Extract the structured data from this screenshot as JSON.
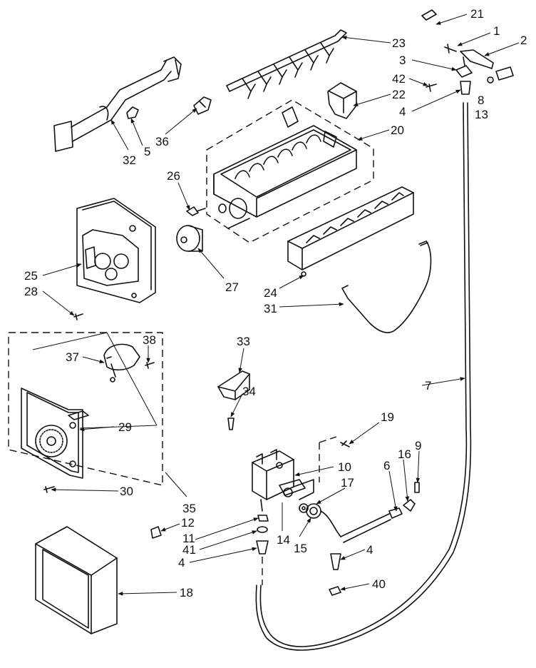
{
  "callouts": [
    {
      "id": "21",
      "text": "21"
    },
    {
      "id": "1",
      "text": "1"
    },
    {
      "id": "2",
      "text": "2"
    },
    {
      "id": "23",
      "text": "23"
    },
    {
      "id": "3",
      "text": "3"
    },
    {
      "id": "42",
      "text": "42"
    },
    {
      "id": "22",
      "text": "22"
    },
    {
      "id": "8",
      "text": "8"
    },
    {
      "id": "13",
      "text": "13"
    },
    {
      "id": "4a",
      "text": "4"
    },
    {
      "id": "20",
      "text": "20"
    },
    {
      "id": "32",
      "text": "32"
    },
    {
      "id": "5",
      "text": "5"
    },
    {
      "id": "36",
      "text": "36"
    },
    {
      "id": "26",
      "text": "26"
    },
    {
      "id": "25",
      "text": "25"
    },
    {
      "id": "28",
      "text": "28"
    },
    {
      "id": "27",
      "text": "27"
    },
    {
      "id": "24",
      "text": "24"
    },
    {
      "id": "31",
      "text": "31"
    },
    {
      "id": "38",
      "text": "38"
    },
    {
      "id": "37",
      "text": "37"
    },
    {
      "id": "33",
      "text": "33"
    },
    {
      "id": "7",
      "text": "7"
    },
    {
      "id": "34",
      "text": "34"
    },
    {
      "id": "29",
      "text": "29"
    },
    {
      "id": "19",
      "text": "19"
    },
    {
      "id": "9",
      "text": "9"
    },
    {
      "id": "10",
      "text": "10"
    },
    {
      "id": "6",
      "text": "6"
    },
    {
      "id": "16",
      "text": "16"
    },
    {
      "id": "17",
      "text": "17"
    },
    {
      "id": "30",
      "text": "30"
    },
    {
      "id": "35",
      "text": "35"
    },
    {
      "id": "12",
      "text": "12"
    },
    {
      "id": "11",
      "text": "11"
    },
    {
      "id": "14",
      "text": "14"
    },
    {
      "id": "15",
      "text": "15"
    },
    {
      "id": "41",
      "text": "41"
    },
    {
      "id": "4b",
      "text": "4"
    },
    {
      "id": "4c",
      "text": "4"
    },
    {
      "id": "18",
      "text": "18"
    },
    {
      "id": "40",
      "text": "40"
    }
  ]
}
